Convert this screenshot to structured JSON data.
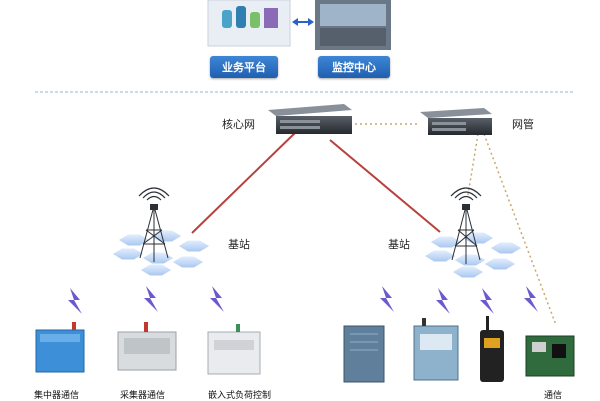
{
  "top": {
    "business_platform_label": "业务平台",
    "monitor_center_label": "监控中心"
  },
  "network": {
    "core_network_label": "核心网",
    "network_mgmt_label": "网管",
    "base_station_left_label": "基站",
    "base_station_right_label": "基站"
  },
  "devices": [
    {
      "label": "集中器通信"
    },
    {
      "label": "采集器通信"
    },
    {
      "label": "嵌入式负荷控制"
    },
    {
      "label": ""
    },
    {
      "label": ""
    },
    {
      "label": ""
    },
    {
      "label": "通信"
    }
  ],
  "colors": {
    "link_red": "#b7413e",
    "link_dotted": "#c8a86a",
    "divider": "#9fb6cf",
    "hex_cell": "#cfe0f7",
    "wireless": "#6a5acd"
  }
}
